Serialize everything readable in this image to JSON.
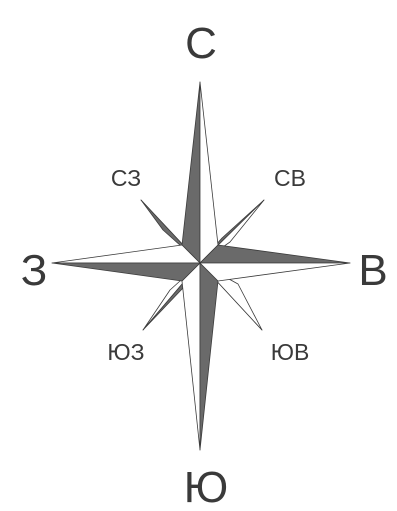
{
  "compass_rose": {
    "labels": {
      "north": "С",
      "south": "Ю",
      "west": "З",
      "east": "В",
      "northwest": "СЗ",
      "northeast": "СВ",
      "southwest": "ЮЗ",
      "southeast": "ЮВ"
    },
    "colors": {
      "dark_half": "#6a6a6a",
      "light_half": "#ffffff",
      "outline": "#3c3c3c",
      "text": "#3a3a3a"
    }
  }
}
